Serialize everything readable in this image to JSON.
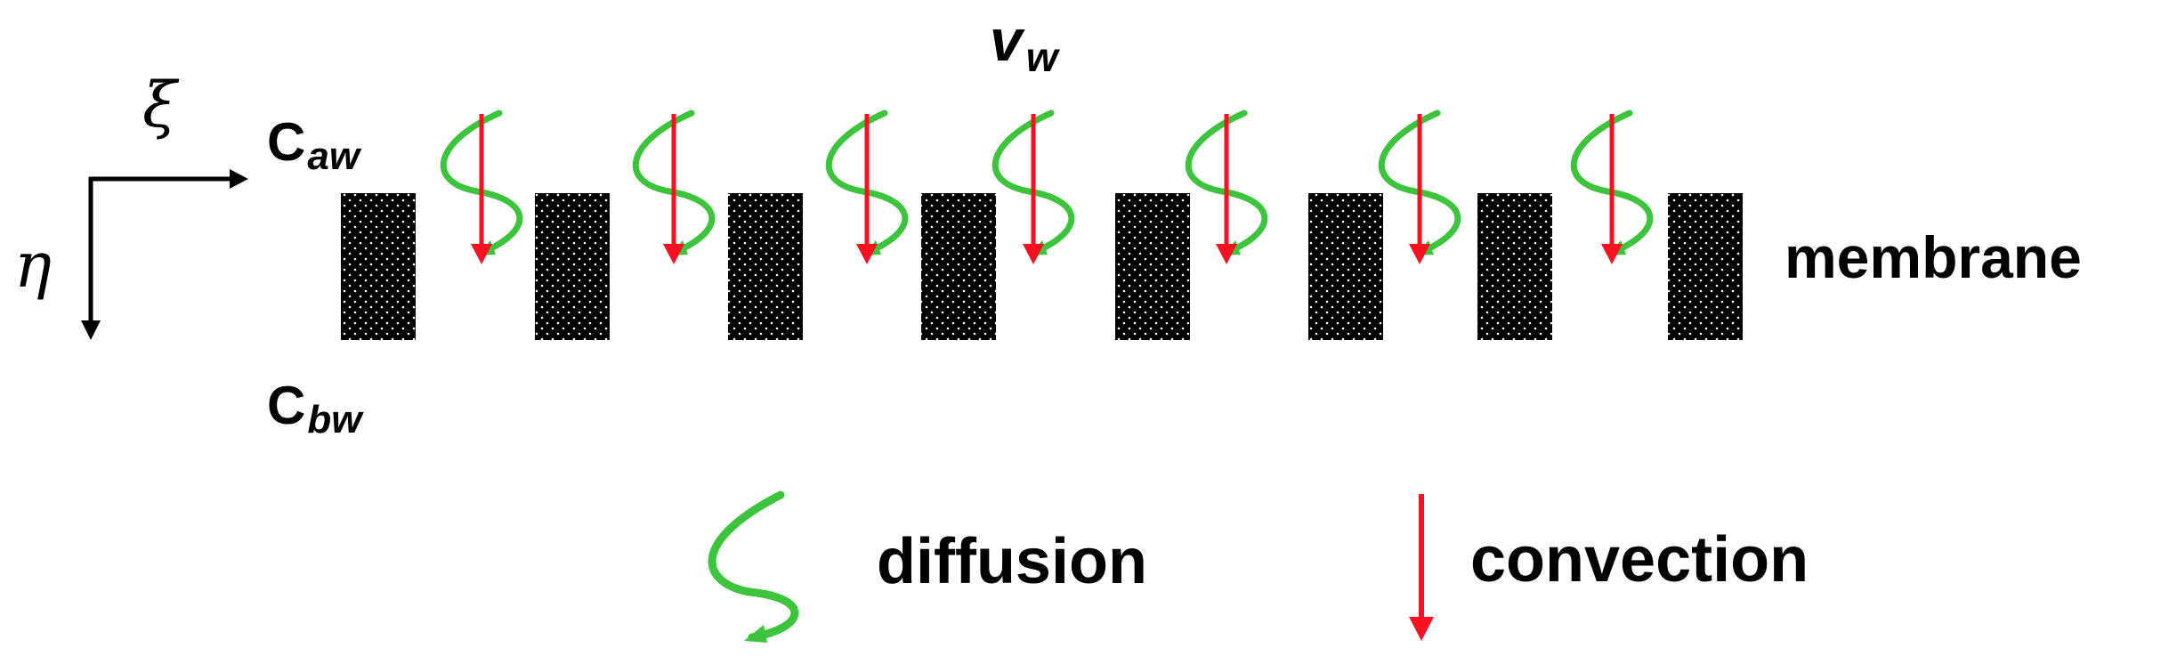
{
  "labels": {
    "velocity": {
      "main": "v",
      "sub": "w"
    },
    "conc_above": {
      "main": "C",
      "sub": "aw"
    },
    "conc_below": {
      "main": "C",
      "sub": "bw"
    },
    "xi": "ξ",
    "eta": "η",
    "membrane": "membrane"
  },
  "legend": {
    "diffusion": "diffusion",
    "convection": "convection"
  },
  "colors": {
    "diffusion": "#3cc43c",
    "convection": "#ff1020",
    "membrane_block": "#000000",
    "membrane_dots": "#ffffff",
    "text": "#000000"
  },
  "membrane_block_count": 8,
  "pore_flow_count": 7
}
